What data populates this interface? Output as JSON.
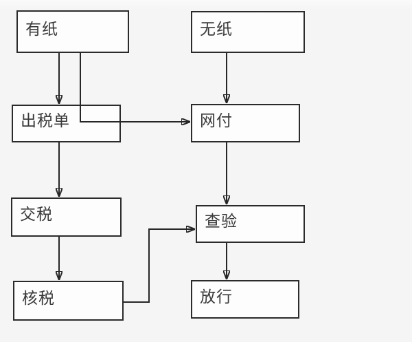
{
  "page": {
    "background_color": "#f6f6f6",
    "box_fill_color": "#fdfdfd",
    "box_border_color": "#2b2b2b",
    "line_color": "#262626",
    "text_color": "#3a3a3a"
  },
  "diagram": {
    "type": "flowchart",
    "nodes": [
      {
        "id": "youzhi",
        "label": "有纸"
      },
      {
        "id": "wuzhi",
        "label": "无纸"
      },
      {
        "id": "chushuidan",
        "label": "出税单"
      },
      {
        "id": "wangfu",
        "label": "网付"
      },
      {
        "id": "jiaoshui",
        "label": "交税"
      },
      {
        "id": "chayan",
        "label": "查验"
      },
      {
        "id": "heshui",
        "label": "核税"
      },
      {
        "id": "fangxing",
        "label": "放行"
      }
    ],
    "edges": [
      {
        "from": "有纸",
        "to": "出税单",
        "style": "arrow-down"
      },
      {
        "from": "有纸",
        "to": "网付",
        "style": "elbow-down-right"
      },
      {
        "from": "无纸",
        "to": "网付",
        "style": "arrow-down"
      },
      {
        "from": "出税单",
        "to": "交税",
        "style": "arrow-down"
      },
      {
        "from": "网付",
        "to": "查验",
        "style": "arrow-down"
      },
      {
        "from": "交税",
        "to": "核税",
        "style": "arrow-down"
      },
      {
        "from": "核税",
        "to": "查验",
        "style": "elbow-right-up-right"
      },
      {
        "from": "查验",
        "to": "放行",
        "style": "arrow-down"
      }
    ]
  }
}
